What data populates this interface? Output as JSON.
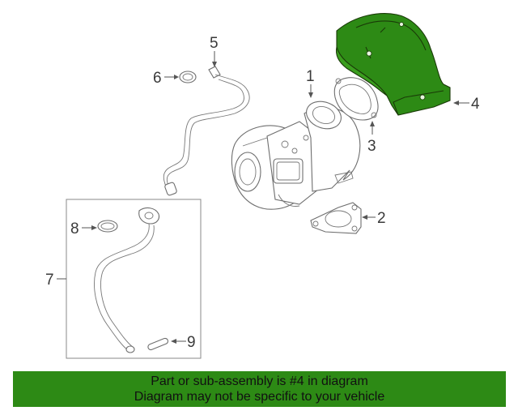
{
  "diagram": {
    "highlight_color": "#2d8a15",
    "callouts": {
      "c1": "1",
      "c2": "2",
      "c3": "3",
      "c4": "4",
      "c5": "5",
      "c6": "6",
      "c7": "7",
      "c8": "8",
      "c9": "9"
    },
    "highlighted_part": "4"
  },
  "banner": {
    "line1": "Part or sub-assembly is #4 in diagram",
    "line2": "Diagram may not be specific to your vehicle",
    "color": "#2d8a15"
  }
}
